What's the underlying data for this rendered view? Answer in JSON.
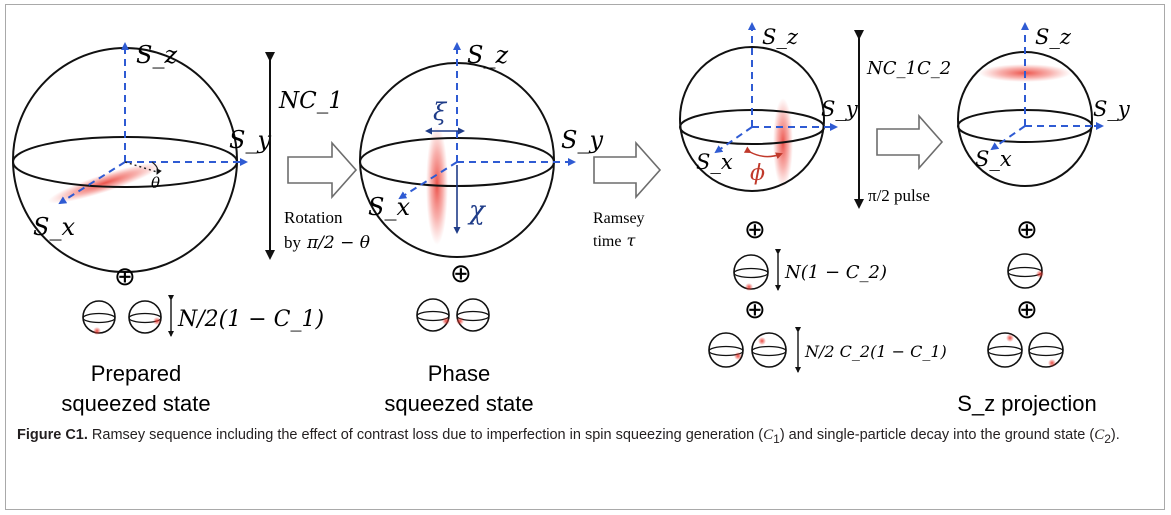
{
  "panels": {
    "prepared": {
      "axis_z": "S_z",
      "axis_y": "S_y",
      "axis_x": "S_x",
      "angle": "θ",
      "bracket_main": "NC_1",
      "oplus": "⊕",
      "bracket_small": "N/2(1 − C_1)",
      "label_line1": "Prepared",
      "label_line2": "squeezed state"
    },
    "rotation": {
      "line1": "Rotation",
      "line2_prefix": "by",
      "line2_math": "π/2 − θ"
    },
    "phase": {
      "axis_z": "S_z",
      "axis_y": "S_y",
      "axis_x": "S_x",
      "xi": "ξ",
      "chi": "χ",
      "oplus": "⊕",
      "label_line1": "Phase",
      "label_line2": "squeezed state"
    },
    "ramsey": {
      "line1": "Ramsey",
      "line2_prefix": "time",
      "line2_math": "τ"
    },
    "third": {
      "axis_z": "S_z",
      "axis_y": "S_y",
      "axis_x": "S_x",
      "phi": "ϕ",
      "bracket_main": "NC_1C_2",
      "oplus1": "⊕",
      "bracket_mid": "N(1 − C_2)",
      "oplus2": "⊕",
      "bracket_low": "N/2 C_2(1 − C_1)"
    },
    "pulse": {
      "text": "π/2 pulse"
    },
    "projection": {
      "axis_z": "S_z",
      "axis_y": "S_y",
      "axis_x": "S_x",
      "oplus1": "⊕",
      "oplus2": "⊕",
      "label": "S_z projection"
    }
  },
  "caption": {
    "label": "Figure C1.",
    "text_1": " Ramsey sequence including the effect of contrast loss due to imperfection in spin squeezing generation (",
    "c1": "C",
    "sub1": "1",
    "text_2": ") and single-particle decay into the ground state (",
    "c2": "C",
    "sub2": "2",
    "text_3": ")."
  },
  "colors": {
    "axis_blue": "#2f5bd3",
    "blob_red": "#e8352c",
    "arrow_grey": "#6d6d6d",
    "text": "#231f20"
  }
}
